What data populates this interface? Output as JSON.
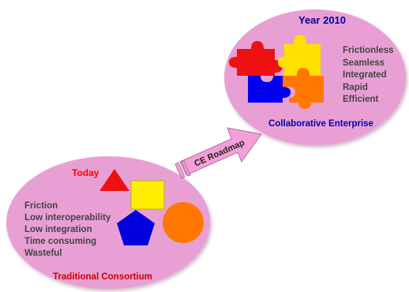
{
  "future": {
    "title": "Year 2010",
    "qualities": [
      "Frictionless",
      "Seamless",
      "Integrated",
      "Rapid",
      "Efficient"
    ],
    "caption": "Collaborative Enterprise"
  },
  "today": {
    "title": "Today",
    "problems": [
      "Friction",
      "Low interoperability",
      "Low integration",
      "Time consuming",
      "Wasteful"
    ],
    "caption": "Traditional Consortium"
  },
  "arrow": {
    "label": "CE Roadmap"
  },
  "colors": {
    "ellipse_fill": "#e8a0d4",
    "title_blue": "#0000a0",
    "caption_blue": "#0000b0",
    "today_red": "#ff0000",
    "caption_red": "#cc0000",
    "text_gray": "#444444",
    "arrow_fill": "#f4a0d8",
    "puzzle_red": "#ee1111",
    "puzzle_yellow": "#ffe000",
    "puzzle_blue": "#0000ee",
    "puzzle_orange": "#ff7700",
    "triangle": "#ee1111",
    "square": "#ffee00",
    "pentagon": "#0000dd",
    "circle": "#ff7700"
  }
}
